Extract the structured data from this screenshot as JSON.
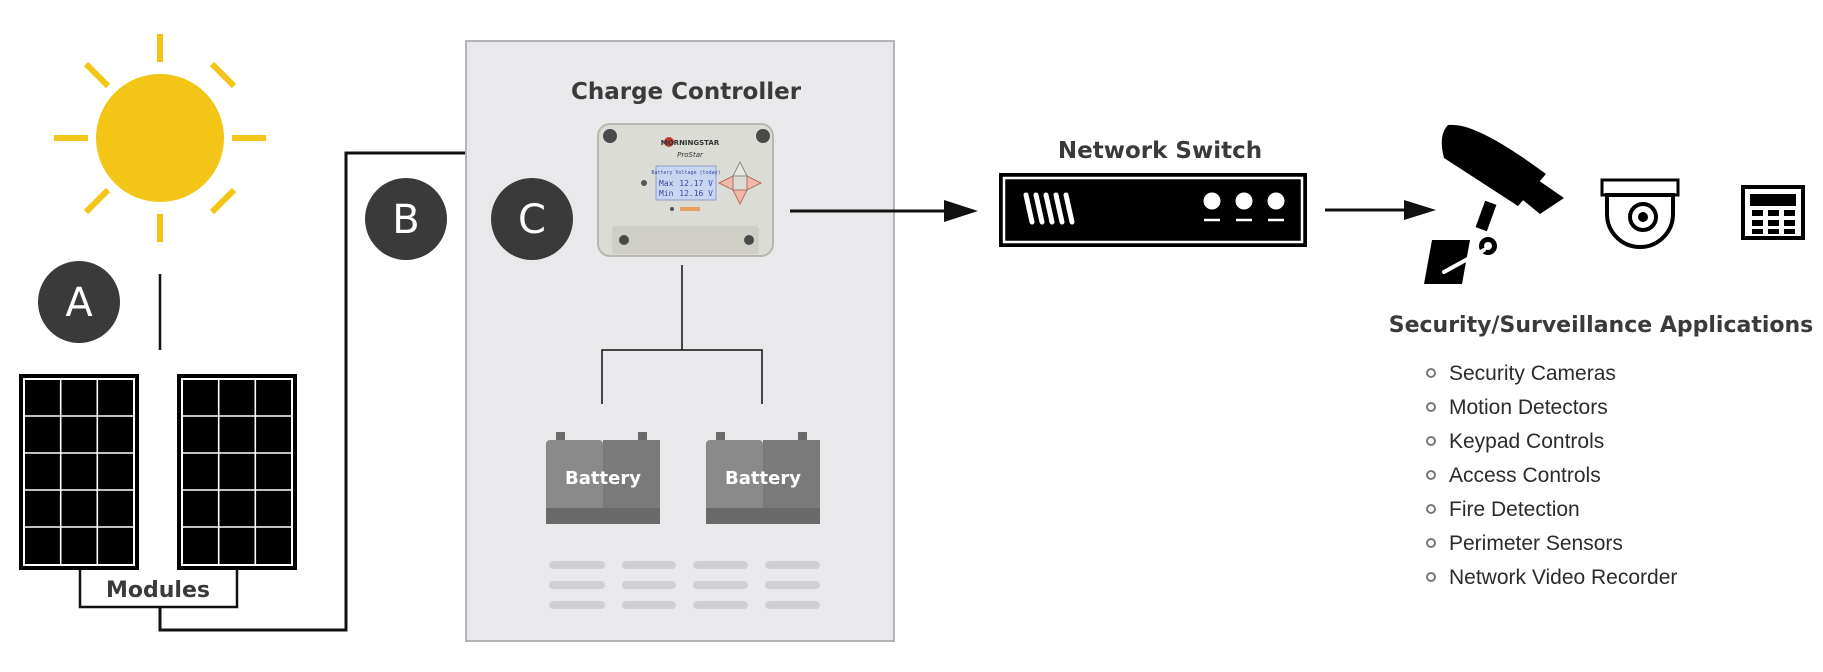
{
  "badges": {
    "a": "A",
    "b": "B",
    "c": "C"
  },
  "modules": {
    "label": "Modules"
  },
  "controller": {
    "title": "Charge Controller",
    "brand": "MORNINGSTAR",
    "model": "ProStar",
    "lcd_title": "Battery Voltage (today)",
    "lcd_max_label": "Max",
    "lcd_max_value": "12.17 V",
    "lcd_min_label": "Min",
    "lcd_min_value": "12.16 V"
  },
  "batteries": {
    "left": "Battery",
    "right": "Battery"
  },
  "network_switch": {
    "title": "Network Switch"
  },
  "applications": {
    "title": "Security/Surveillance Applications",
    "items": [
      "Security Cameras",
      "Motion Detectors",
      "Keypad Controls",
      "Access Controls",
      "Fire Detection",
      "Perimeter Sensors",
      "Network Video Recorder"
    ]
  },
  "colors": {
    "sun": "#f2c517",
    "badge": "#3a3a3a",
    "panel_bg": "#e9e9eb",
    "battery_light": "#8a8a8a",
    "battery_dark": "#7a7a7a",
    "controller_body": "#dcdcd6"
  }
}
